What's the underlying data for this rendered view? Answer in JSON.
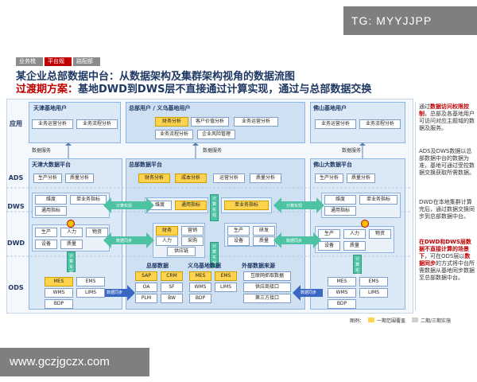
{
  "watermarks": {
    "tg": "TG: MYYJJPP",
    "site": "www.gczjgczx.com"
  },
  "tabs": [
    "业务梳理",
    "平台规划",
    "路配部署"
  ],
  "title1": "某企业总部数据中台：从数据架构及集群架构视角的数据流图",
  "title2_prefix": "过渡期方案：",
  "title2_rest": "基地DWD到DWS层不直接通过计算实现，通过与总部数据交换",
  "layers": {
    "app": "应用",
    "ads": "ADS",
    "dws": "DWS",
    "dwd": "DWD",
    "ods": "ODS"
  },
  "app": {
    "tianjin": {
      "title": "天津基地用户",
      "boxes": [
        "业务运营分析",
        "业务流程分析"
      ]
    },
    "hq": {
      "title": "总部用户 / 义乌基地用户",
      "boxes": [
        "财务分析",
        "客户价值分析",
        "业务运营分析",
        "业务流程分析",
        "企业风险管理"
      ]
    },
    "foshan": {
      "title": "佛山基地用户",
      "boxes": [
        "业务运营分析",
        "业务流程分析"
      ]
    }
  },
  "data_service": "数据服务",
  "tianjin_platform": {
    "title": "天津大数据平台",
    "ads": [
      "生产分析",
      "质量分析"
    ],
    "dws": [
      "维度",
      "单业务指标",
      "通用指标"
    ],
    "dwd": [
      "生产",
      "人力",
      "物资",
      "设备",
      "质量"
    ]
  },
  "hq_platform": {
    "title": "总部数据平台",
    "ads": [
      "财务分析",
      "成本分析",
      "运营分析",
      "质量分析"
    ],
    "dws": [
      "维度",
      "通用指标",
      "单业务指标"
    ],
    "dwd_left": [
      "财务",
      "营销",
      "人力",
      "采购",
      "供应链"
    ],
    "dwd_right": [
      "生产",
      "研发",
      "设备",
      "质量"
    ]
  },
  "foshan_platform": {
    "title": "佛山大数据平台",
    "ads": [
      "生产分析",
      "质量分析"
    ],
    "dws": [
      "维度",
      "单业务指标",
      "通用指标"
    ],
    "dwd": [
      "生产",
      "人力",
      "物资",
      "设备",
      "质量"
    ]
  },
  "flow": {
    "calc_left": "计算实现",
    "sync_left": "数据同步",
    "calc_right": "计算实现",
    "sync_right": "数据同步",
    "exchange": "计算实现"
  },
  "ods": {
    "tianjin": [
      "MES",
      "EMS",
      "WMS",
      "LIMS",
      "BDP"
    ],
    "hq": {
      "title": "总部数据",
      "boxes": [
        "SAP",
        "CRM",
        "OA",
        "SF",
        "PLM",
        "BW"
      ]
    },
    "yiwu": {
      "title": "义乌基地数据",
      "boxes": [
        "MES",
        "EMS",
        "WMS",
        "LIMS",
        "BDP"
      ]
    },
    "ext": {
      "title": "外部数据来源",
      "boxes": [
        "互联网抓取数据",
        "供应商接口",
        "第三方接口"
      ]
    },
    "foshan": [
      "MES",
      "EMS",
      "WMS",
      "LIMS",
      "BDP"
    ]
  },
  "notes": {
    "n1a": "通过",
    "n1b": "数据访问权限控制",
    "n1c": "，总部及各基地用户可访问对应主题域的数据及服务。",
    "n2": "ADS及DWS数据以总部数据中台的数据为准，基地可通过受控数据交换获取所需数据。",
    "n3": "DWD在本地集群计算完后，通过数据交换同步到总部数据中台。",
    "n4a": "在DWD和DWS层数据不直接计算的场景下",
    "n4b": "，可在ODS层以",
    "n4c": "数据同步",
    "n4d": "的方式将中台所需数据从基地同步数据至总部数据中台。"
  },
  "legend": {
    "label": "图例：",
    "item1": "一期范围覆盖",
    "item2": "二期/三期实施",
    "color1": "#ffd34e",
    "color2": "#cfcfcf"
  },
  "colors": {
    "panel_bg": "#dbe8f6",
    "hq_bg": "#cfe0f3",
    "accent_red": "#c00000",
    "arrow": "#4dc3a4"
  }
}
